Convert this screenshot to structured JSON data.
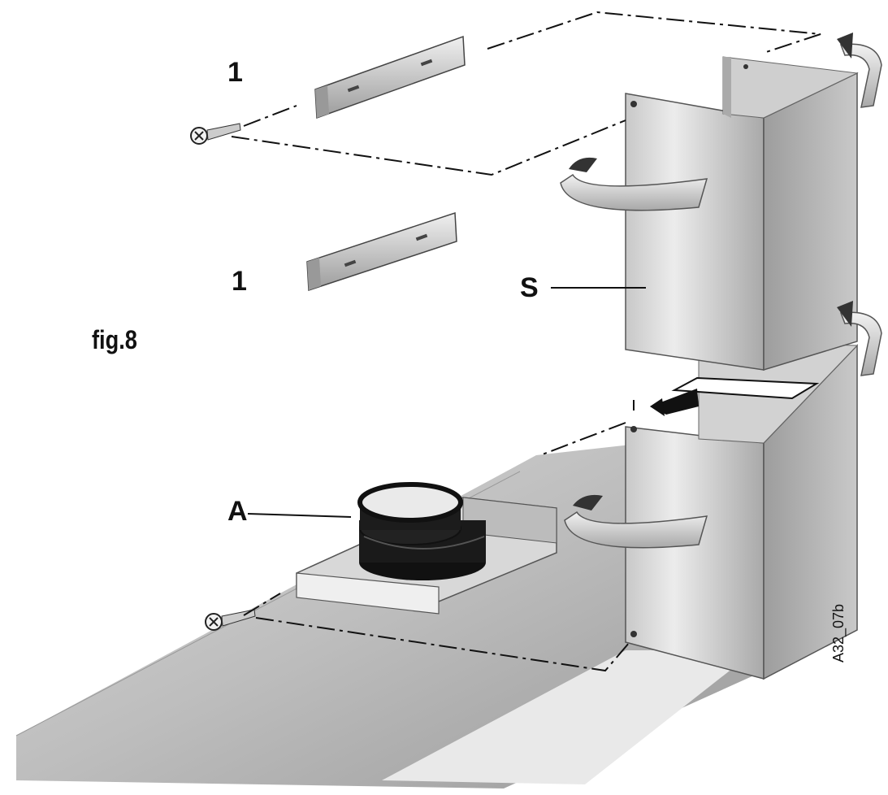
{
  "labels": {
    "part_1_top": "1",
    "part_1_bottom": "1",
    "part_s": "S",
    "part_a": "A",
    "figure": "fig.8",
    "code": "A32_07b"
  },
  "colors": {
    "metal_light": "#e6e6e6",
    "metal_mid": "#bcbcbc",
    "metal_dark": "#8f8f8f",
    "collar": "#1a1a1a",
    "line": "#111111"
  },
  "icons": {
    "screw": "screw-icon",
    "rotate_arrow": "rotate-arrow-icon",
    "insert_arrow": "insert-arrow-icon"
  }
}
